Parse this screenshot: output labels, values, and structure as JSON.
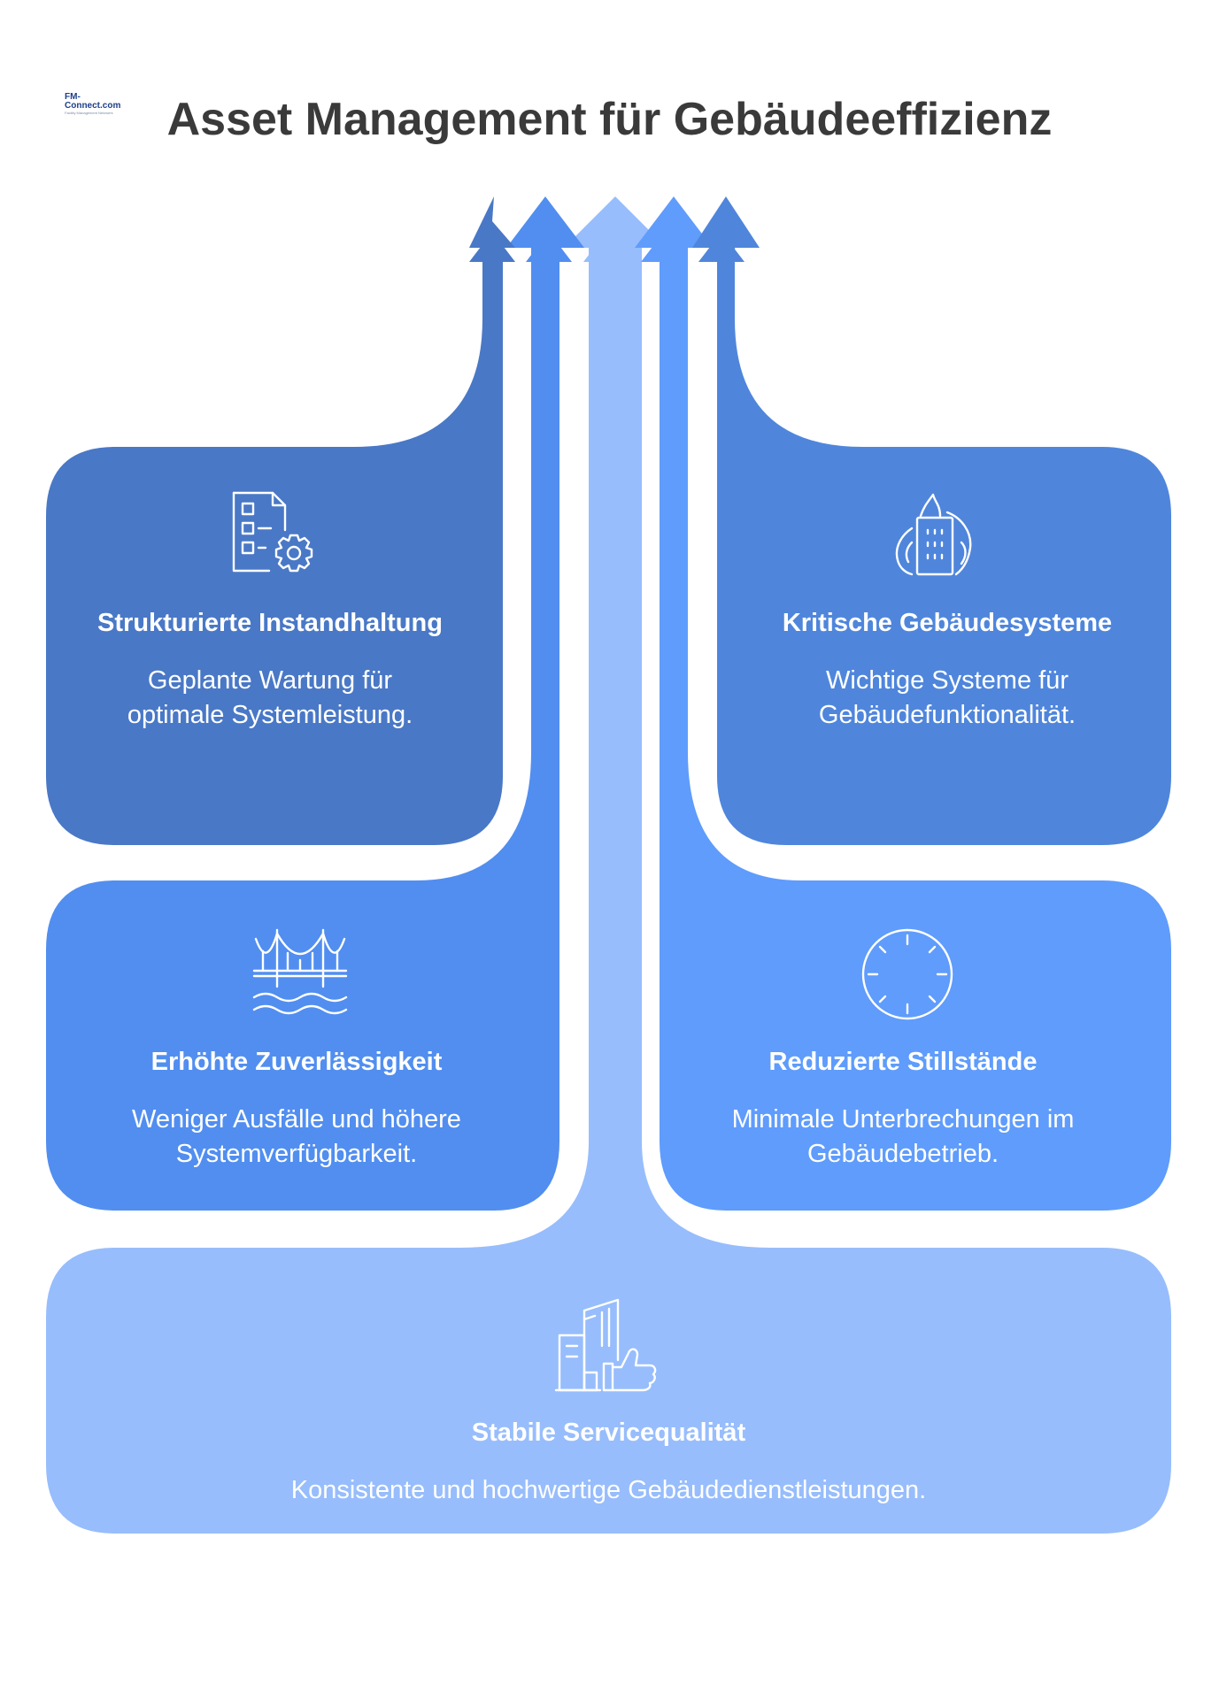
{
  "logo": {
    "name": "FM-Connect.com",
    "tagline": "Facility Management Netzwerk"
  },
  "title": "Asset Management für Gebäudeeffizienz",
  "cards": [
    {
      "id": "instandhaltung",
      "heading": "Strukturierte Instandhaltung",
      "description": "Geplante Wartung für optimale Systemleistung.",
      "icon": "checklist-gear-icon",
      "color": "#4978c6"
    },
    {
      "id": "gebaeudesysteme",
      "heading": "Kritische Gebäudesysteme",
      "description": "Wichtige Systeme für Gebäudefunktionalität.",
      "icon": "building-flame-icon",
      "color": "#4f86dc"
    },
    {
      "id": "zuverlaessigkeit",
      "heading": "Erhöhte Zuverlässigkeit",
      "description": "Weniger Ausfälle und höhere Systemverfügbarkeit.",
      "icon": "bridge-icon",
      "color": "#518ef0"
    },
    {
      "id": "stillstaende",
      "heading": "Reduzierte Stillstände",
      "description": "Minimale Unterbrechungen im Gebäudebetrieb.",
      "icon": "clock-icon",
      "color": "#5f9cfc"
    },
    {
      "id": "servicequalitaet",
      "heading": "Stabile Servicequalität",
      "description": "Konsistente und hochwertige Gebäudedienstleistungen.",
      "icon": "buildings-thumbs-up-icon",
      "color": "#97bdfc"
    }
  ]
}
